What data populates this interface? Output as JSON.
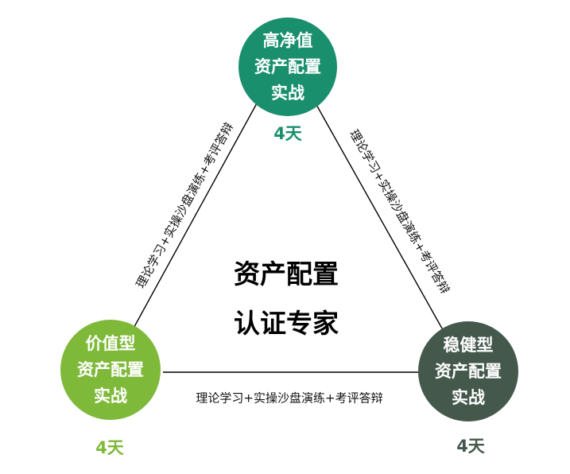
{
  "colors": {
    "top_node": "#1a8f6e",
    "left_node": "#7fb93a",
    "right_node": "#44594c",
    "line": "#000000"
  },
  "nodes": {
    "top": {
      "lines": [
        "高净值",
        "资产配置",
        "实战"
      ],
      "days": "4天"
    },
    "left": {
      "lines": [
        "价值型",
        "资产配置",
        "实战"
      ],
      "days": "4天"
    },
    "right": {
      "lines": [
        "稳健型",
        "资产配置",
        "实战"
      ],
      "days": "4天"
    }
  },
  "edges": {
    "left": "理论学习+实操沙盘演练+考评答辩",
    "right": "理论学习+实操沙盘演练+考评答辩",
    "bottom": "理论学习+实操沙盘演练+考评答辩"
  },
  "center": {
    "line1": "资产配置",
    "line2": "认证专家"
  }
}
